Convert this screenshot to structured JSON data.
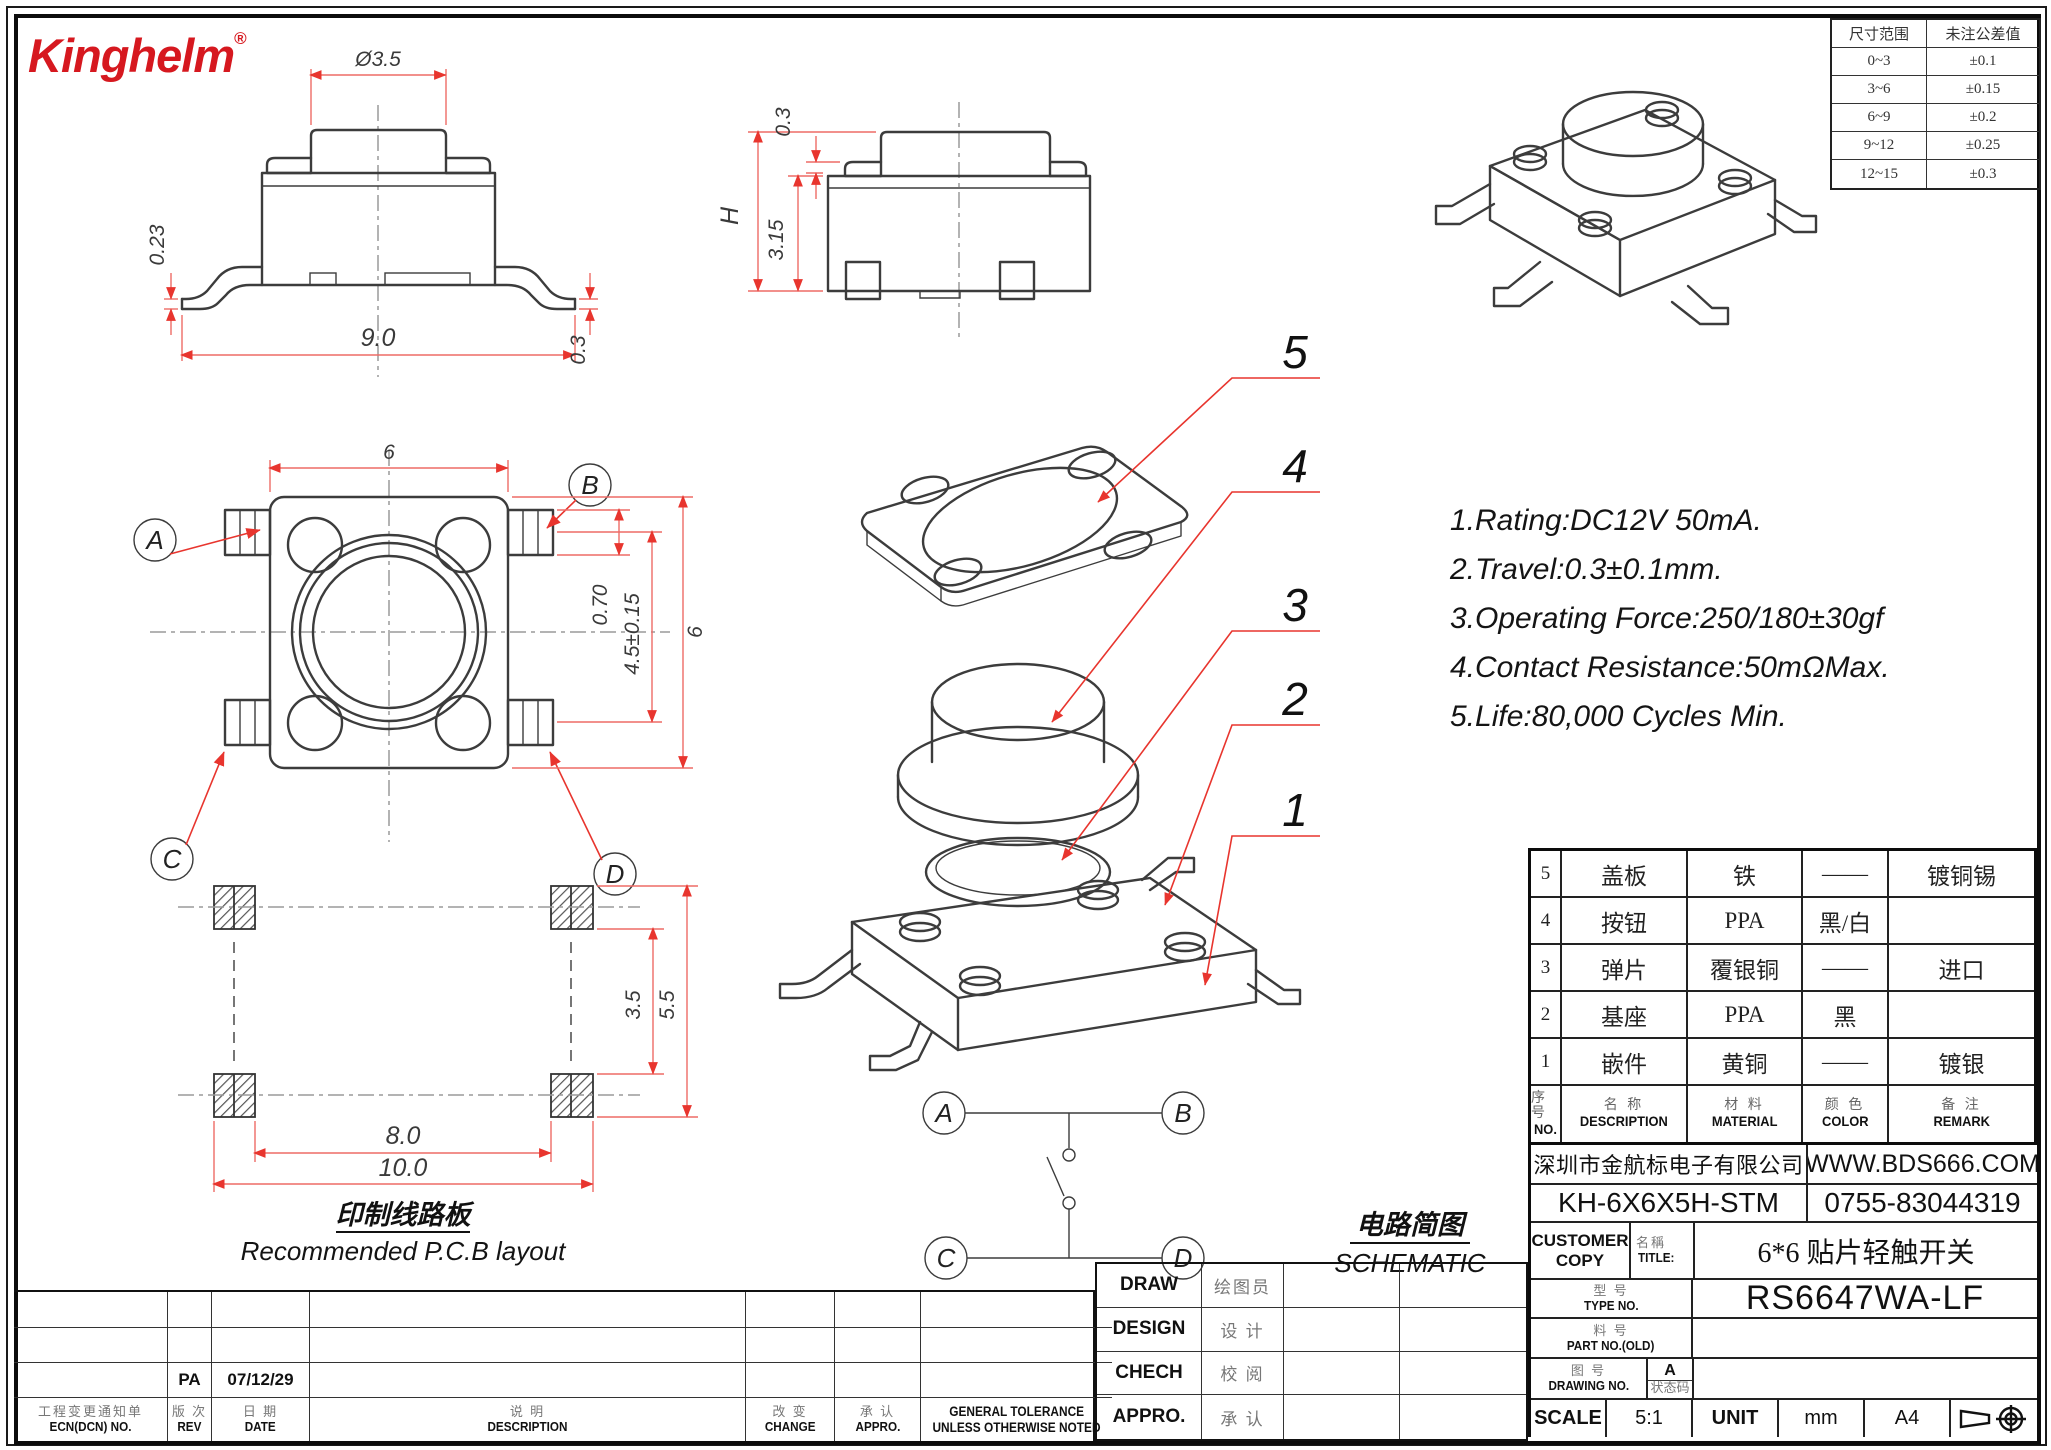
{
  "logo": {
    "text": "Kinghelm",
    "reg": "®"
  },
  "tolerance_table": {
    "headers": {
      "range": "尺寸范围",
      "tol": "未注公差值"
    },
    "rows": [
      {
        "range": "0~3",
        "tol": "±0.1"
      },
      {
        "range": "3~6",
        "tol": "±0.15"
      },
      {
        "range": "6~9",
        "tol": "±0.2"
      },
      {
        "range": "9~12",
        "tol": "±0.25"
      },
      {
        "range": "12~15",
        "tol": "±0.3"
      }
    ]
  },
  "specs": {
    "line1": "1.Rating:DC12V 50mA.",
    "line2": "2.Travel:0.3±0.1mm.",
    "line3": "3.Operating Force:250/180±30gf",
    "line4": "4.Contact Resistance:50mΩMax.",
    "line5": "5.Life:80,000 Cycles Min."
  },
  "views": {
    "pins": {
      "a": "A",
      "b": "B",
      "c": "C",
      "d": "D"
    },
    "front": {
      "dim_top": "Ø3.5",
      "dim_left": "0.23",
      "dim_bottom": "9.0",
      "dim_right": "0.3"
    },
    "side": {
      "dim_top": "0.3",
      "dim_total": "H",
      "dim_body": "3.15"
    },
    "top": {
      "dim_width": "6",
      "dim_lead": "0.70",
      "dim_pitch": "4.5±0.15",
      "dim_side": "6"
    },
    "pcb": {
      "dim_pad": "3.5",
      "dim_span_v": "5.5",
      "dim_span_h": "8.0",
      "dim_total_w": "10.0",
      "caption_cn": "印制线路板",
      "caption_en": "Recommended P.C.B layout"
    },
    "schematic": {
      "caption_cn": "电路简图",
      "caption_en": "SCHEMATIC"
    },
    "exploded": {
      "n5": "5",
      "n4": "4",
      "n3": "3",
      "n2": "2",
      "n1": "1"
    }
  },
  "bom": {
    "header": {
      "no_cn": "序号",
      "no_en": "NO.",
      "desc_cn": "名 称",
      "desc_en": "DESCRIPTION",
      "mat_cn": "材 料",
      "mat_en": "MATERIAL",
      "col_cn": "颜 色",
      "col_en": "COLOR",
      "rem_cn": "备 注",
      "rem_en": "REMARK"
    },
    "rows": [
      {
        "no": "5",
        "desc": "盖板",
        "material": "铁",
        "color": "——",
        "remark": "镀铜锡"
      },
      {
        "no": "4",
        "desc": "按钮",
        "material": "PPA",
        "color": "黑/白",
        "remark": ""
      },
      {
        "no": "3",
        "desc": "弹片",
        "material": "覆银铜",
        "color": "——",
        "remark": "进口"
      },
      {
        "no": "2",
        "desc": "基座",
        "material": "PPA",
        "color": "黑",
        "remark": ""
      },
      {
        "no": "1",
        "desc": "嵌件",
        "material": "黄铜",
        "color": "——",
        "remark": "镀银"
      }
    ]
  },
  "title_block": {
    "company": "深圳市金航标电子有限公司",
    "website": "WWW.BDS666.COM",
    "part_no": "KH-6X6X5H-STM",
    "phone": "0755-83044319",
    "customer_line1": "CUSTOMER",
    "customer_line2": "COPY",
    "title_cn": "名稱",
    "title_en": "TITLE:",
    "title_value": "6*6  贴片轻触开关",
    "type_cn": "型 号",
    "type_en": "TYPE NO.",
    "type_value": "RS6647WA-LF",
    "part_old_cn": "料 号",
    "part_old_en": "PART NO.(OLD)",
    "drawing_cn": "图 号",
    "drawing_en": "DRAWING NO.",
    "rev_letter": "A",
    "rev_code_label": "状态码",
    "scale_label": "SCALE",
    "scale_value": "5:1",
    "unit_label": "UNIT",
    "unit_value": "mm",
    "paper_size": "A4"
  },
  "revision": {
    "ecn_cn": "工程变更通知单",
    "ecn_en": "ECN(DCN) NO.",
    "rev_cn": "版 次",
    "rev_en": "REV",
    "date_cn": "日 期",
    "date_en": "DATE",
    "desc_cn": "说 明",
    "desc_en": "DESCRIPTION",
    "change_cn": "改 变",
    "change_en": "CHANGE",
    "appro_cn": "承 认",
    "appro_en": "APPRO.",
    "gt_line1": "GENERAL TOLERANCE",
    "gt_line2": "UNLESS OTHERWISE NOTED",
    "entry_rev": "PA",
    "entry_date": "07/12/29"
  },
  "signoff": {
    "draw_en": "DRAW",
    "draw_cn": "绘图员",
    "design_en": "DESIGN",
    "design_cn": "设 计",
    "chech_en": "CHECH",
    "chech_cn": "校 阅",
    "appro_en": "APPRO.",
    "appro_cn": "承 认"
  }
}
